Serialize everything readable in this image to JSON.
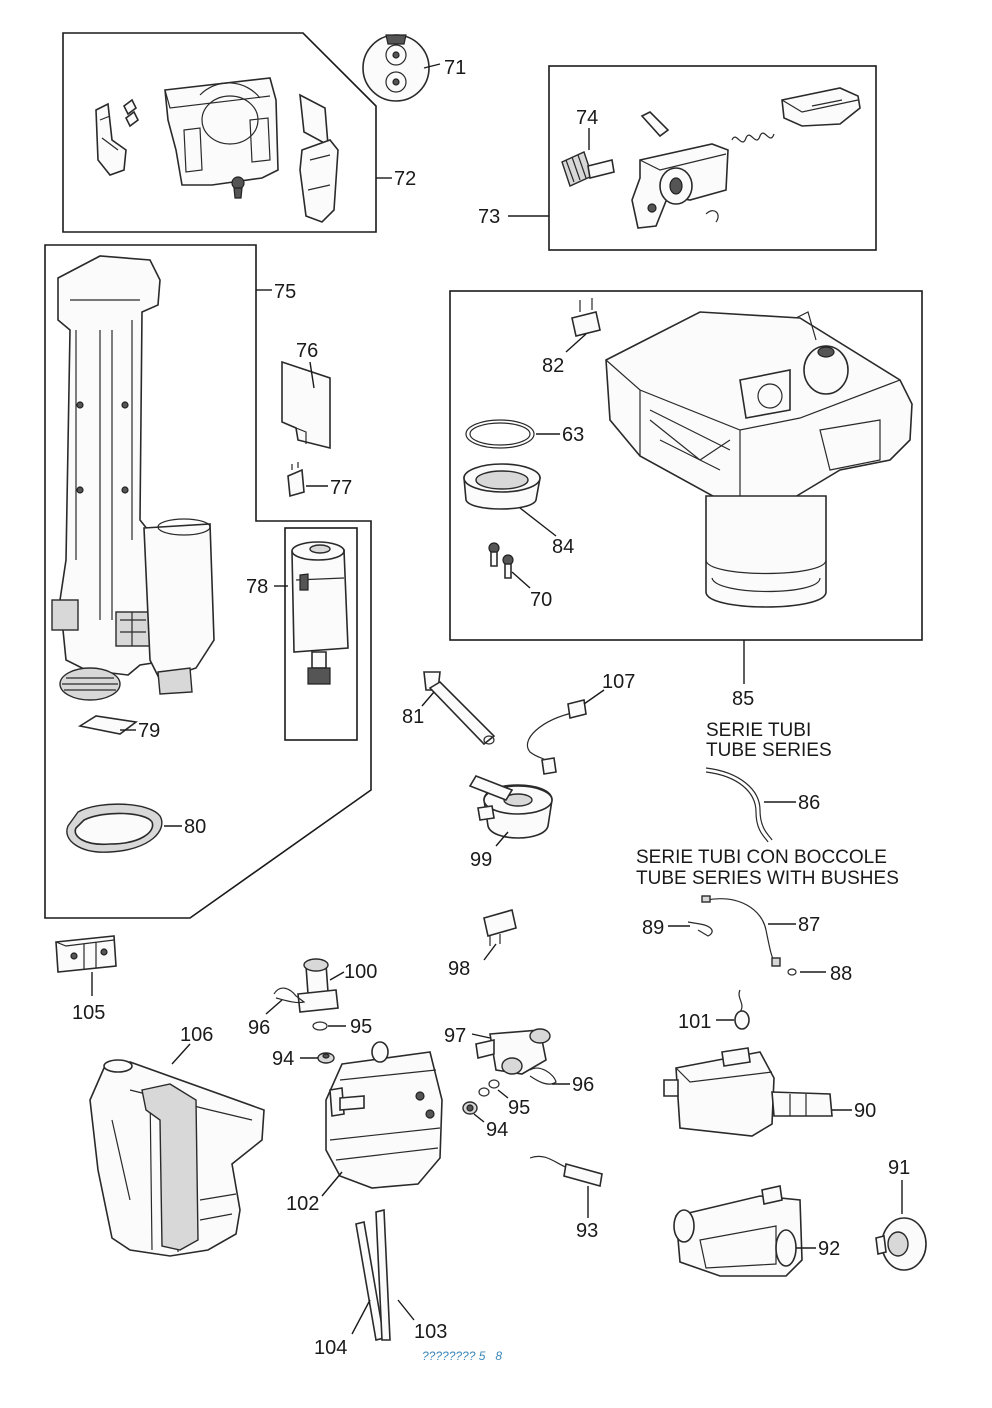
{
  "labels": {
    "l71": "71",
    "l72": "72",
    "l73": "73",
    "l74": "74",
    "l75": "75",
    "l76": "76",
    "l77": "77",
    "l78": "78",
    "l79": "79",
    "l80": "80",
    "l82": "82",
    "l63": "63",
    "l84": "84",
    "l70": "70",
    "l85": "85",
    "l81": "81",
    "l107": "107",
    "l99": "99",
    "l86": "86",
    "l89": "89",
    "l87": "87",
    "l88": "88",
    "l98": "98",
    "l105": "105",
    "l100": "100",
    "l96a": "96",
    "l95a": "95",
    "l94a": "94",
    "l97": "97",
    "l96b": "96",
    "l95b": "95",
    "l94b": "94",
    "l101": "101",
    "l90": "90",
    "l106": "106",
    "l102": "102",
    "l93": "93",
    "l91": "91",
    "l92": "92",
    "l104": "104",
    "l103": "103"
  },
  "captions": {
    "tube_series_it": "SERIE TUBI",
    "tube_series_en": "TUBE SERIES",
    "tube_bushes_it": "SERIE TUBI CON BOCCOLE",
    "tube_bushes_en": "TUBE SERIES WITH BUSHES"
  },
  "footer": {
    "page_code": "???????? 5   8"
  }
}
